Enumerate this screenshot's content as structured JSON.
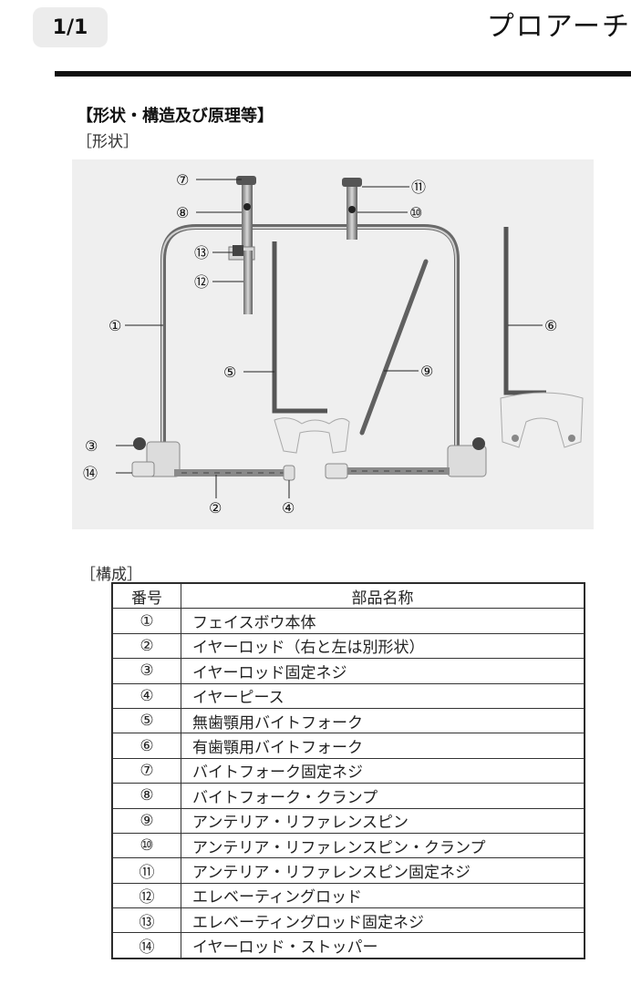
{
  "viewer": {
    "page_indicator": "1/1"
  },
  "document": {
    "title": "プロアーチ",
    "section_heading": "【形状・構造及び原理等】",
    "shape_label": "［形状］",
    "composition_label": "［構成］"
  },
  "figure": {
    "callouts": [
      "①",
      "②",
      "③",
      "④",
      "⑤",
      "⑥",
      "⑦",
      "⑧",
      "⑨",
      "⑩",
      "⑪",
      "⑫",
      "⑬",
      "⑭"
    ]
  },
  "table": {
    "headers": {
      "number": "番号",
      "name": "部品名称"
    },
    "rows": [
      {
        "num": "①",
        "name": "フェイスボウ本体"
      },
      {
        "num": "②",
        "name": "イヤーロッド（右と左は別形状）"
      },
      {
        "num": "③",
        "name": "イヤーロッド固定ネジ"
      },
      {
        "num": "④",
        "name": "イヤーピース"
      },
      {
        "num": "⑤",
        "name": "無歯顎用バイトフォーク"
      },
      {
        "num": "⑥",
        "name": "有歯顎用バイトフォーク"
      },
      {
        "num": "⑦",
        "name": "バイトフォーク固定ネジ"
      },
      {
        "num": "⑧",
        "name": "バイトフォーク・クランプ"
      },
      {
        "num": "⑨",
        "name": "アンテリア・リファレンスピン"
      },
      {
        "num": "⑩",
        "name": "アンテリア・リファレンスピン・クランプ"
      },
      {
        "num": "⑪",
        "name": "アンテリア・リファレンスピン固定ネジ"
      },
      {
        "num": "⑫",
        "name": "エレベーティングロッド"
      },
      {
        "num": "⑬",
        "name": "エレベーティングロッド固定ネジ"
      },
      {
        "num": "⑭",
        "name": "イヤーロッド・ストッパー"
      }
    ]
  }
}
